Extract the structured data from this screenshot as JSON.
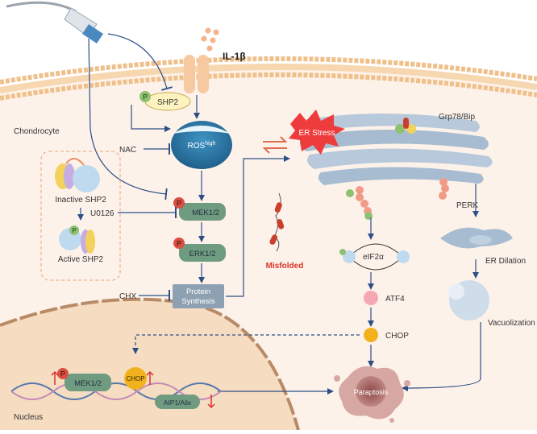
{
  "cell": {
    "type_label": "Chondrocyte",
    "nucleus_label": "Nucleus"
  },
  "stimulus": {
    "il1b": "IL-1β"
  },
  "signaling": {
    "shp2": "SHP2",
    "phospho": "P",
    "ros": "ROS",
    "ros_sup": "high",
    "mek": "MEK1/2",
    "erk": "ERK1/2",
    "protein_synthesis_line1": "Protein",
    "protein_synthesis_line2": "Synthesis"
  },
  "inhibitors": {
    "nac": "NAC",
    "u0126": "U0126",
    "chx": "CHX"
  },
  "inset": {
    "inactive": "Inactive SHP2",
    "active": "Active SHP2"
  },
  "misfolded": "Misfolded",
  "er": {
    "stress": "ER Stress",
    "grp78": "Grp78/Bip",
    "perk": "PERK",
    "eif2a": "eIF2α",
    "atf4": "ATF4",
    "chop": "CHOP",
    "dilation": "ER Dilation",
    "vacuolization": "Vacuolization"
  },
  "nuclear": {
    "mek": "MEK1/2",
    "chop": "CHOP",
    "aip1": "AIP1/Alix"
  },
  "outcome": "Paraptosis",
  "colors": {
    "membrane": "#f3c891",
    "cytoplasm": "#fdf2ea",
    "nucleus": "#f6dcc0",
    "arrow": "#2d4f86",
    "ros": "#2e7fae",
    "kinase": "#6f9b80",
    "phospho": "#d94f43",
    "er": "#a9bdd0",
    "stress": "#e63a3a",
    "paraptosis": "#b97a76",
    "chop": "#f2b21e",
    "atf4": "#f5a7b4",
    "misfolded": "#d9332a"
  }
}
